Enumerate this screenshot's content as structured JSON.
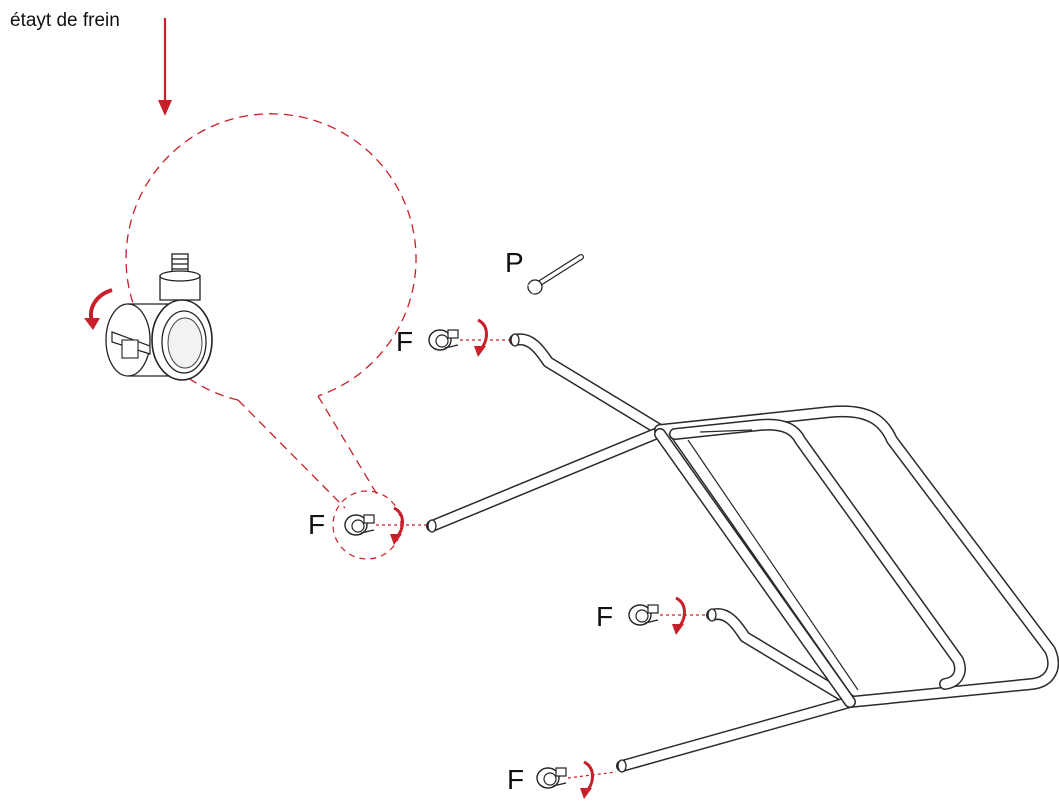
{
  "callout": {
    "label": "étayt de frein"
  },
  "tool": {
    "label": "P",
    "icon": "wrench-icon"
  },
  "casters": [
    {
      "label": "F"
    },
    {
      "label": "F"
    },
    {
      "label": "F"
    },
    {
      "label": "F"
    }
  ],
  "colors": {
    "accent": "#c8202a",
    "line": "#2a2a2a"
  }
}
